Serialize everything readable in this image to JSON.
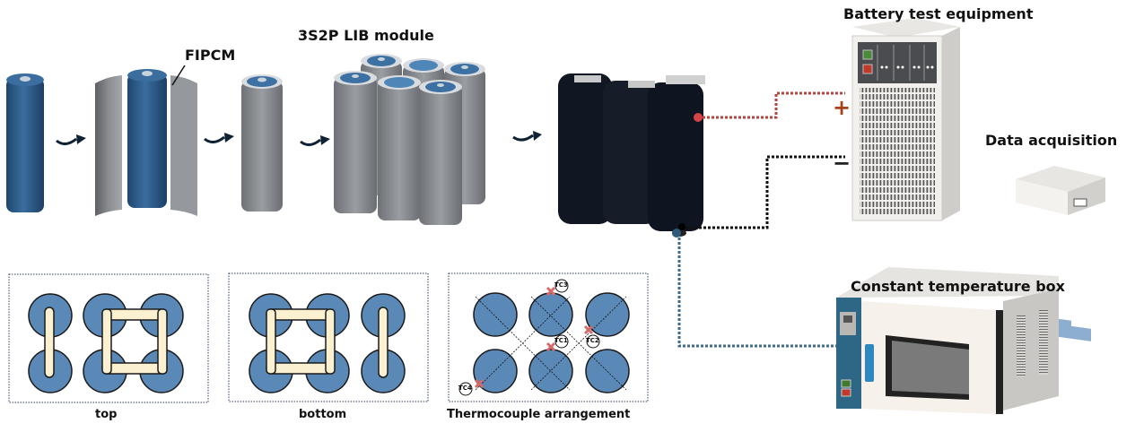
{
  "labels": {
    "fipcm": "FIPCM",
    "module": "3S2P LIB module",
    "battery_test": "Battery test equipment",
    "data_acq": "Data acquisition",
    "const_temp": "Constant temperature box",
    "top": "top",
    "bottom": "bottom",
    "thermo": "Thermocouple arrangement",
    "plus": "+",
    "minus": "−"
  },
  "thermocouples": [
    "TC1",
    "TC2",
    "TC3",
    "TC4"
  ],
  "colors": {
    "cell_blue": "#2f5f8f",
    "cell_top_blue": "#4f86b8",
    "fipcm_gray": "#8a8d91",
    "layout_blue": "#5b89b7",
    "nickel_strip": "#fbf1d0",
    "red_wire": "#b5453f",
    "black_wire": "#111111",
    "blue_wire": "#3f6a88",
    "tc_mark": "#d46a6a",
    "oven_panel": "#2e6686"
  }
}
